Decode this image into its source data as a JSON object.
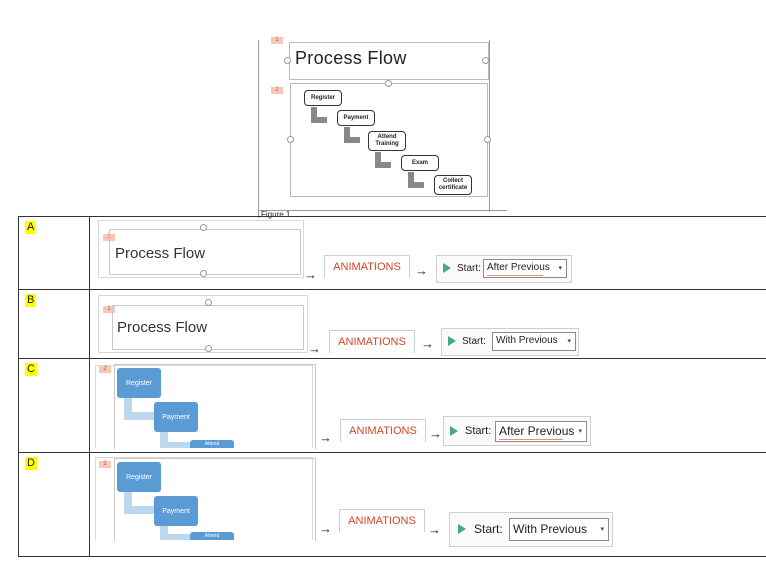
{
  "figure": {
    "slide_numbers": [
      "1",
      "2"
    ],
    "title": "Process Flow",
    "steps": [
      "Register",
      "Payment",
      "Attend Training",
      "Exam",
      "Collect certificate"
    ],
    "caption": "Figure 1"
  },
  "options": [
    {
      "letter": "A",
      "thumb_kind": "title",
      "slide_number": "1",
      "thumb_title": "Process Flow",
      "tab_label": "ANIMATIONS",
      "arrow": "→",
      "start_label": "Start:",
      "start_value": "After Previous",
      "caret": "▾"
    },
    {
      "letter": "B",
      "thumb_kind": "title",
      "slide_number": "1",
      "thumb_title": "Process Flow",
      "tab_label": "ANIMATIONS",
      "arrow": "→",
      "start_label": "Start:",
      "start_value": "With Previous",
      "caret": "▾"
    },
    {
      "letter": "C",
      "thumb_kind": "flow",
      "slide_number": "2",
      "flow_labels": [
        "Register",
        "Payment",
        "Attend"
      ],
      "tab_label": "ANIMATIONS",
      "arrow": "→",
      "start_label": "Start:",
      "start_value": "After Previous",
      "caret": "▾"
    },
    {
      "letter": "D",
      "thumb_kind": "flow",
      "slide_number": "2",
      "flow_labels": [
        "Register",
        "Payment",
        "Attend"
      ],
      "tab_label": "ANIMATIONS",
      "arrow": "→",
      "start_label": "Start:",
      "start_value": "With Previous",
      "caret": "▾"
    }
  ]
}
